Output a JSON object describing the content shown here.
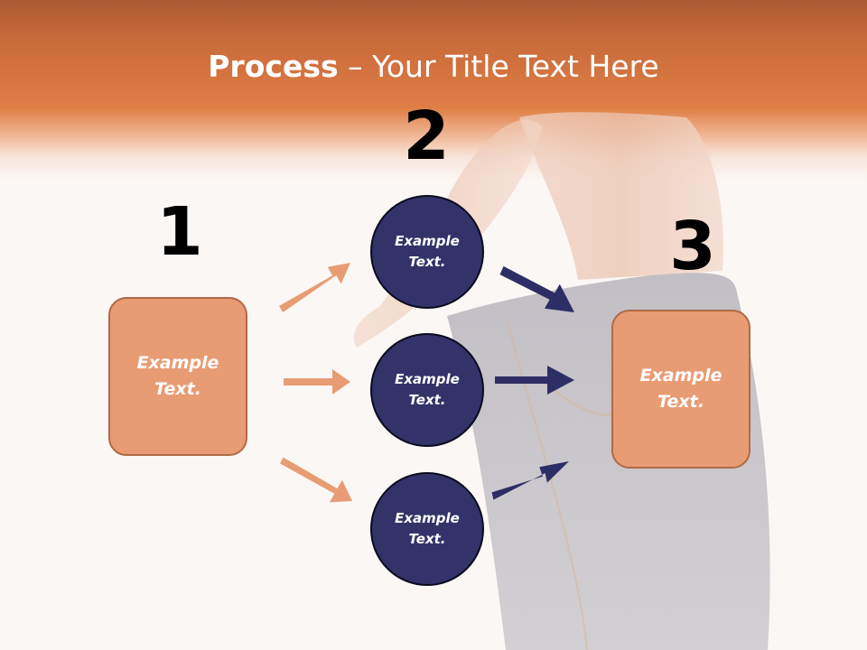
{
  "slide": {
    "title_strong": "Process",
    "title_rest": " – Your Title Text Here"
  },
  "steps": [
    {
      "number": "1",
      "box_line1": "Example",
      "box_line2": "Text."
    },
    {
      "number": "2"
    },
    {
      "number": "3",
      "box_line1": "Example",
      "box_line2": "Text."
    }
  ],
  "circles": [
    {
      "line1": "Example",
      "line2": "Text."
    },
    {
      "line1": "Example",
      "line2": "Text."
    },
    {
      "line1": "Example",
      "line2": "Text."
    }
  ],
  "colors": {
    "header_orange": "#df7e45",
    "box_fill": "#e89c74",
    "circle_fill": "#33336a",
    "arrow_orange": "#e89c74",
    "arrow_navy": "#2e2e66"
  }
}
